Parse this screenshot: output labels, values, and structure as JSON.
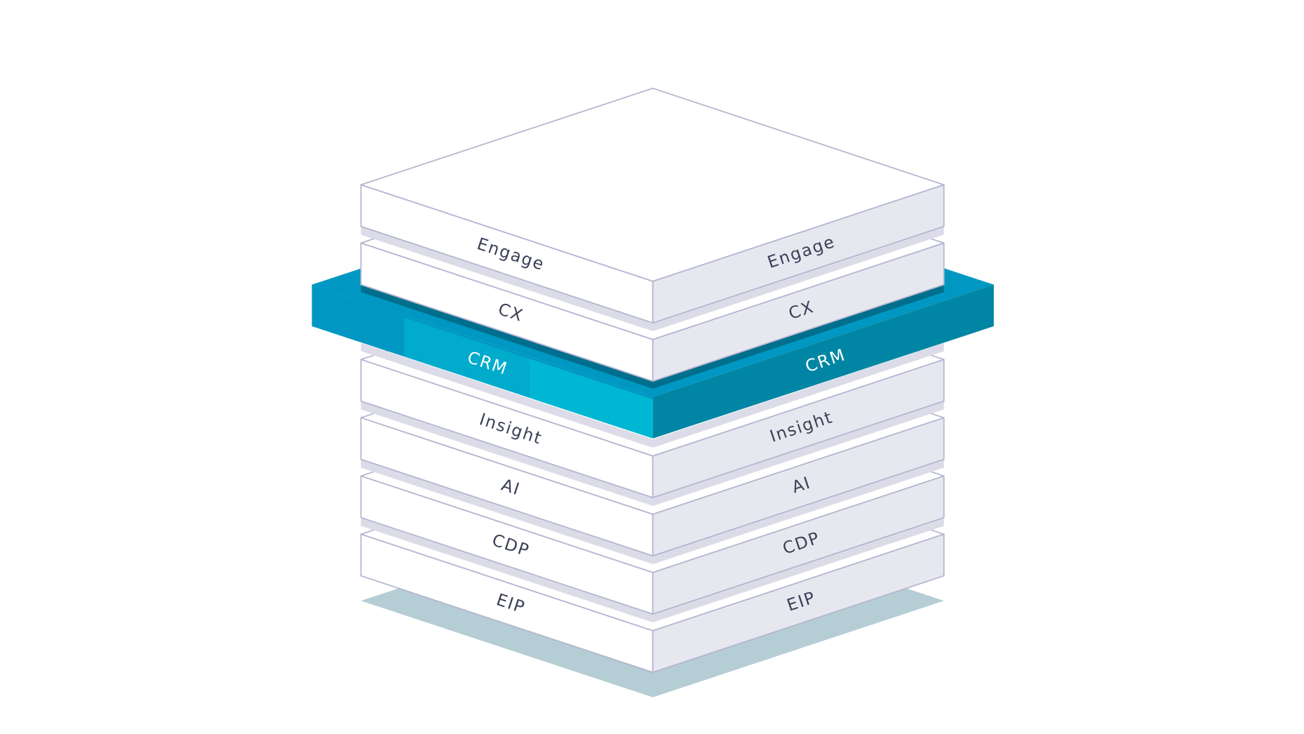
{
  "diagram": {
    "layers_top_to_bottom": [
      {
        "id": "engage",
        "label": "Engage",
        "highlighted": false
      },
      {
        "id": "cx",
        "label": "CX",
        "highlighted": false
      },
      {
        "id": "crm",
        "label": "CRM",
        "highlighted": true
      },
      {
        "id": "insight",
        "label": "Insight",
        "highlighted": false
      },
      {
        "id": "ai",
        "label": "AI",
        "highlighted": false
      },
      {
        "id": "cdp",
        "label": "CDP",
        "highlighted": false
      },
      {
        "id": "eip",
        "label": "EIP",
        "highlighted": false
      }
    ],
    "colors": {
      "stroke": "#b4b6d0",
      "top": "#ffffff",
      "left_face": "#ffffff",
      "right_face": "#e7e8ef",
      "shadow": "#dcdce8",
      "ground_shadow": "#b5cdd4",
      "text": "#3b4058",
      "hl_top": "#0098c2",
      "hl_left": "#00abcc",
      "hl_left_light": "#00b7d3",
      "hl_right": "#0086a4",
      "hl_shadow": "#006f8e",
      "hl_text": "#ffffff"
    }
  }
}
